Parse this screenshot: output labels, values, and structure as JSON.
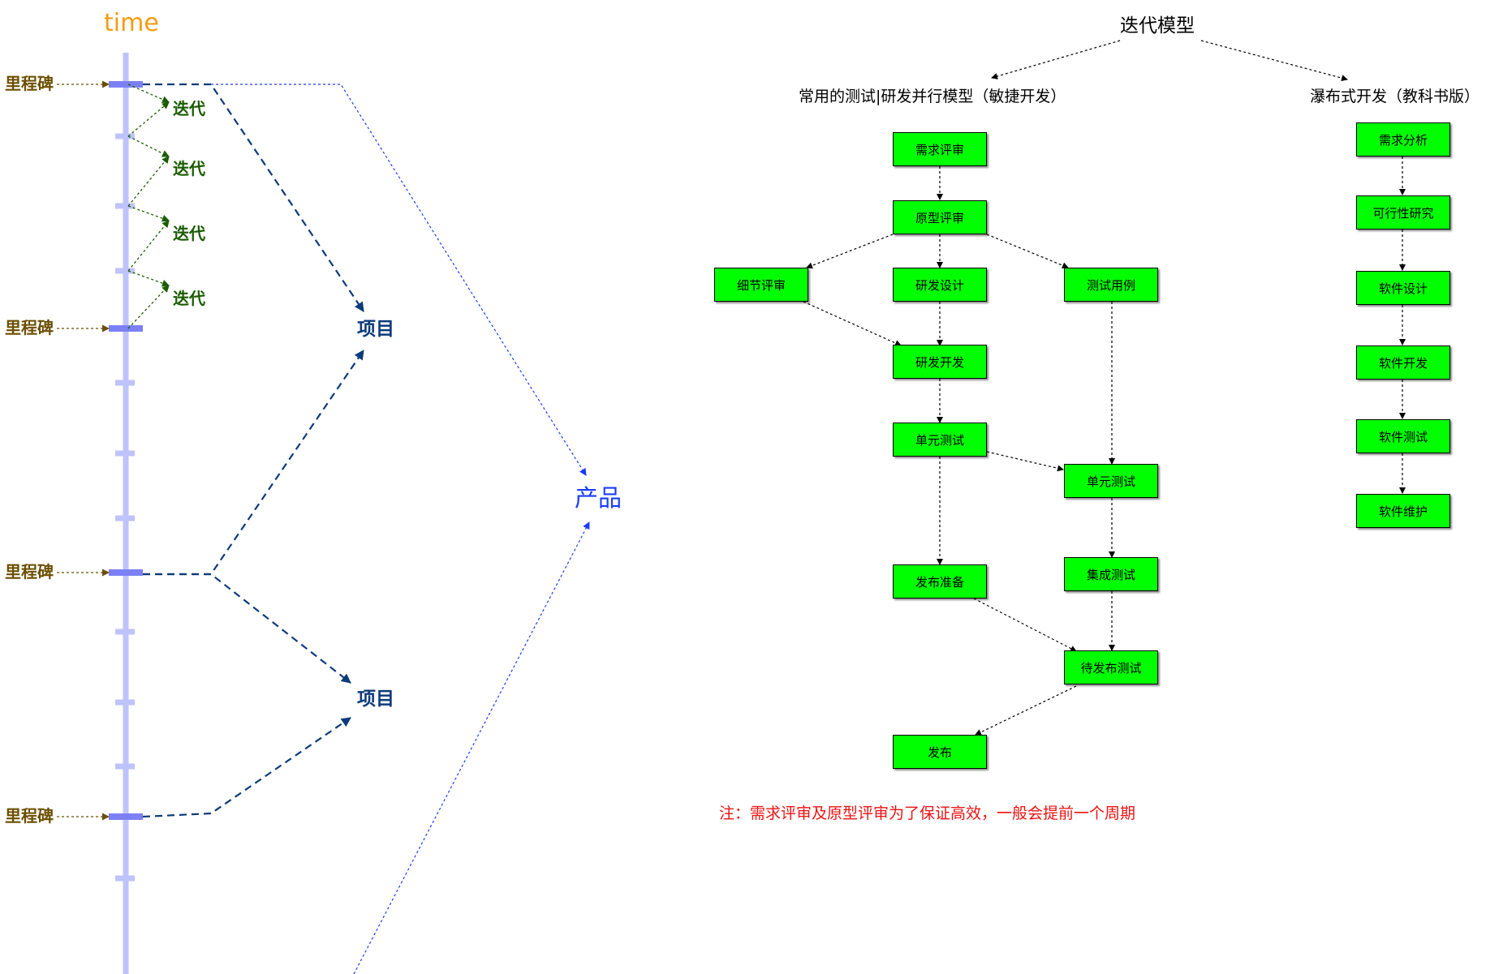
{
  "colors": {
    "axis": "#bfc3fb",
    "milestone_tick": "#7d80f3",
    "time": "#f39c12",
    "milestone": "#6b4f00",
    "iteration": "#1a5c00",
    "project": "#0d3b7a",
    "product": "#1a3cff",
    "box_fill": "#00ff00",
    "note": "#ee1111"
  },
  "timeline": {
    "time_label": "time",
    "milestones": [
      "里程碑",
      "里程碑",
      "里程碑",
      "里程碑"
    ],
    "iterations": [
      "迭代",
      "迭代",
      "迭代",
      "迭代"
    ],
    "projects": [
      "项目",
      "项目"
    ],
    "product": "产品"
  },
  "model": {
    "title": "迭代模型",
    "agile_title": "常用的测试|研发并行模型（敏捷开发）",
    "waterfall_title": "瀑布式开发（教科书版）",
    "agile_boxes": {
      "req_review": "需求评审",
      "proto_review": "原型评审",
      "detail_review": "细节评审",
      "rd_design": "研发设计",
      "test_case": "测试用例",
      "rd_dev": "研发开发",
      "unit_test_dev": "单元测试",
      "unit_test_qa": "单元测试",
      "integration_test": "集成测试",
      "release_prep": "发布准备",
      "pre_release_test": "待发布测试",
      "release": "发布"
    },
    "waterfall_boxes": [
      "需求分析",
      "可行性研究",
      "软件设计",
      "软件开发",
      "软件测试",
      "软件维护"
    ],
    "note": "注：需求评审及原型评审为了保证高效，一般会提前一个周期"
  }
}
